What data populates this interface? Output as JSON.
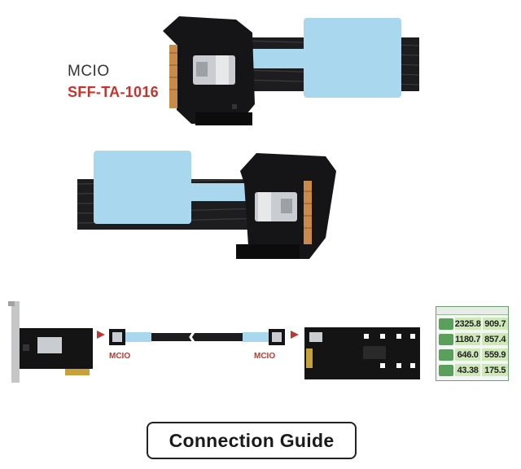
{
  "labels": {
    "mcio": "MCIO",
    "standard": "SFF-TA-1016",
    "left_connector": "MCIO",
    "right_connector": "MCIO"
  },
  "benchmark": {
    "rows": [
      [
        "2325.8",
        "909.7"
      ],
      [
        "1180.7",
        "857.4"
      ],
      [
        "646.0",
        "559.9"
      ],
      [
        "43.38",
        "175.5"
      ]
    ]
  },
  "guide": {
    "title": "Connection Guide"
  },
  "colors": {
    "accent_red": "#c8342c",
    "cable_blue": "#a9d7ee",
    "copper": "#c98a4a",
    "pcb": "#141414",
    "bench_green": "#cfe8b8"
  }
}
